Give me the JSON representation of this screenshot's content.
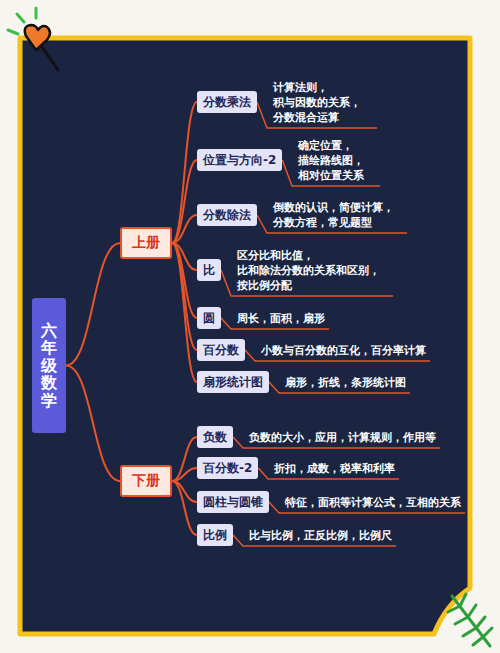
{
  "diagram": {
    "nodes": [
      {
        "text": [
          "六年级数学"
        ]
      },
      {
        "text": [
          "上册"
        ]
      },
      {
        "text": [
          "分数乘法"
        ]
      },
      {
        "text": [
          "位置与方向-2"
        ]
      },
      {
        "text": [
          "分数除法"
        ]
      },
      {
        "text": [
          "比"
        ]
      },
      {
        "text": [
          "圆"
        ]
      },
      {
        "text": [
          "百分数"
        ]
      },
      {
        "text": [
          "扇形统计图"
        ]
      },
      {
        "text": [
          "下册"
        ]
      },
      {
        "text": [
          "负数"
        ]
      },
      {
        "text": [
          "百分数-2"
        ]
      },
      {
        "text": [
          "圆柱与圆锥"
        ]
      },
      {
        "text": [
          "比例"
        ]
      }
    ],
    "edges": [
      {
        "from": 0,
        "to": 1,
        "arrow": "none"
      },
      {
        "from": 0,
        "to": 9,
        "arrow": "none"
      },
      {
        "from": 1,
        "to": 2,
        "arrow": "none"
      },
      {
        "from": 1,
        "to": 3,
        "arrow": "none"
      },
      {
        "from": 1,
        "to": 4,
        "arrow": "none"
      },
      {
        "from": 1,
        "to": 5,
        "arrow": "none"
      },
      {
        "from": 1,
        "to": 6,
        "arrow": "none"
      },
      {
        "from": 1,
        "to": 7,
        "arrow": "none"
      },
      {
        "from": 1,
        "to": 8,
        "arrow": "none"
      },
      {
        "from": 9,
        "to": 10,
        "arrow": "none"
      },
      {
        "from": 9,
        "to": 11,
        "arrow": "none"
      },
      {
        "from": 9,
        "to": 12,
        "arrow": "none"
      },
      {
        "from": 9,
        "to": 13,
        "arrow": "none"
      }
    ],
    "labels": [
      "计算法则， 积与因数的关系， 分数混合运算",
      "确定位置， 描绘路线图， 相对位置关系",
      "倒数的认识，简便计算， 分数方程，常见题型",
      "区分比和比值， 比和除法分数的关系和区别， 按比例分配",
      "周长，面积，扇形",
      "小数与百分数的互化，百分率计算",
      "扇形，折线，条形统计图",
      "负数的大小，应用，计算规则，作用等",
      "折扣，成数，税率和利率",
      "特征，面积等计算公式，互相的关系",
      "比与比例，正反比例，比例尺"
    ]
  }
}
